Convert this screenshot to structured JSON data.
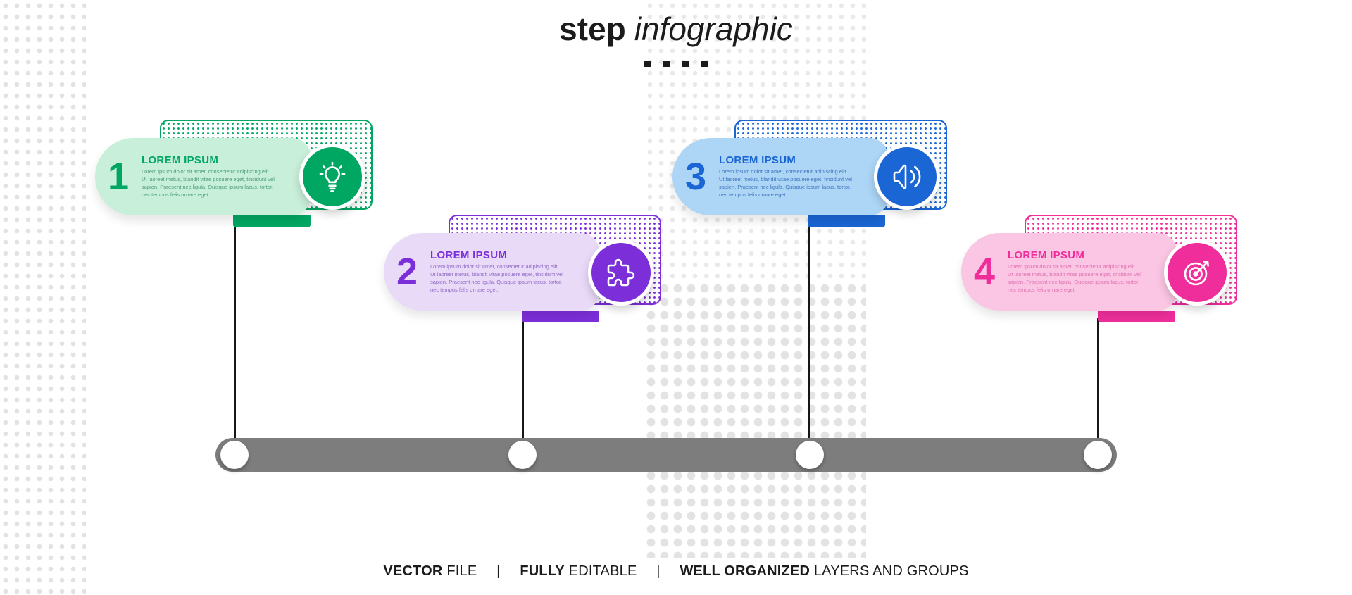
{
  "header": {
    "title_bold": "step",
    "title_italic": "infographic"
  },
  "steps": [
    {
      "number": "1",
      "heading": "LOREM IPSUM",
      "body": "Lorem ipsum dolor sit amet, consectetur adipiscing elit. Ut laoreet metus, blandit vitae posuere eget, tincidunt vel sapien. Praesent nec ligula. Quisque ipsum lacus, tortor, nec tempus felis ornare eget.",
      "icon": "lightbulb-icon",
      "accent_color": "#00a763",
      "light_color": "#c8efd9"
    },
    {
      "number": "2",
      "heading": "LOREM IPSUM",
      "body": "Lorem ipsum dolor sit amet, consectetur adipiscing elit. Ut laoreet metus, blandit vitae posuere eget, tincidunt vel sapien. Praesent nec ligula. Quisque ipsum lacus, tortor, nec tempus felis ornare eget.",
      "icon": "puzzle-icon",
      "accent_color": "#7c2fd9",
      "light_color": "#e9daf8"
    },
    {
      "number": "3",
      "heading": "LOREM IPSUM",
      "body": "Lorem ipsum dolor sit amet, consectetur adipiscing elit. Ut laoreet metus, blandit vitae posuere eget, tincidunt vel sapien. Praesent nec ligula. Quisque ipsum lacus, tortor, nec tempus felis ornare eget.",
      "icon": "megaphone-icon",
      "accent_color": "#1a66d4",
      "light_color": "#add5f6"
    },
    {
      "number": "4",
      "heading": "LOREM IPSUM",
      "body": "Lorem ipsum dolor sit amet, consectetur adipiscing elit. Ut laoreet metus, blandit vitae posuere eget, tincidunt vel sapien. Praesent nec ligula. Quisque ipsum lacus, tortor, nec tempus felis ornare eget.",
      "icon": "target-icon",
      "accent_color": "#ef2e9c",
      "light_color": "#fac6e3"
    }
  ],
  "timeline": {
    "bar_color": "#7d7d7d",
    "node_count": "4"
  },
  "footer": {
    "separator": "|",
    "items": [
      {
        "bold": "VECTOR",
        "regular": " FILE"
      },
      {
        "bold": "FULLY",
        "regular": " EDITABLE"
      },
      {
        "bold": "WELL ORGANIZED",
        "regular": " LAYERS AND GROUPS"
      }
    ]
  }
}
